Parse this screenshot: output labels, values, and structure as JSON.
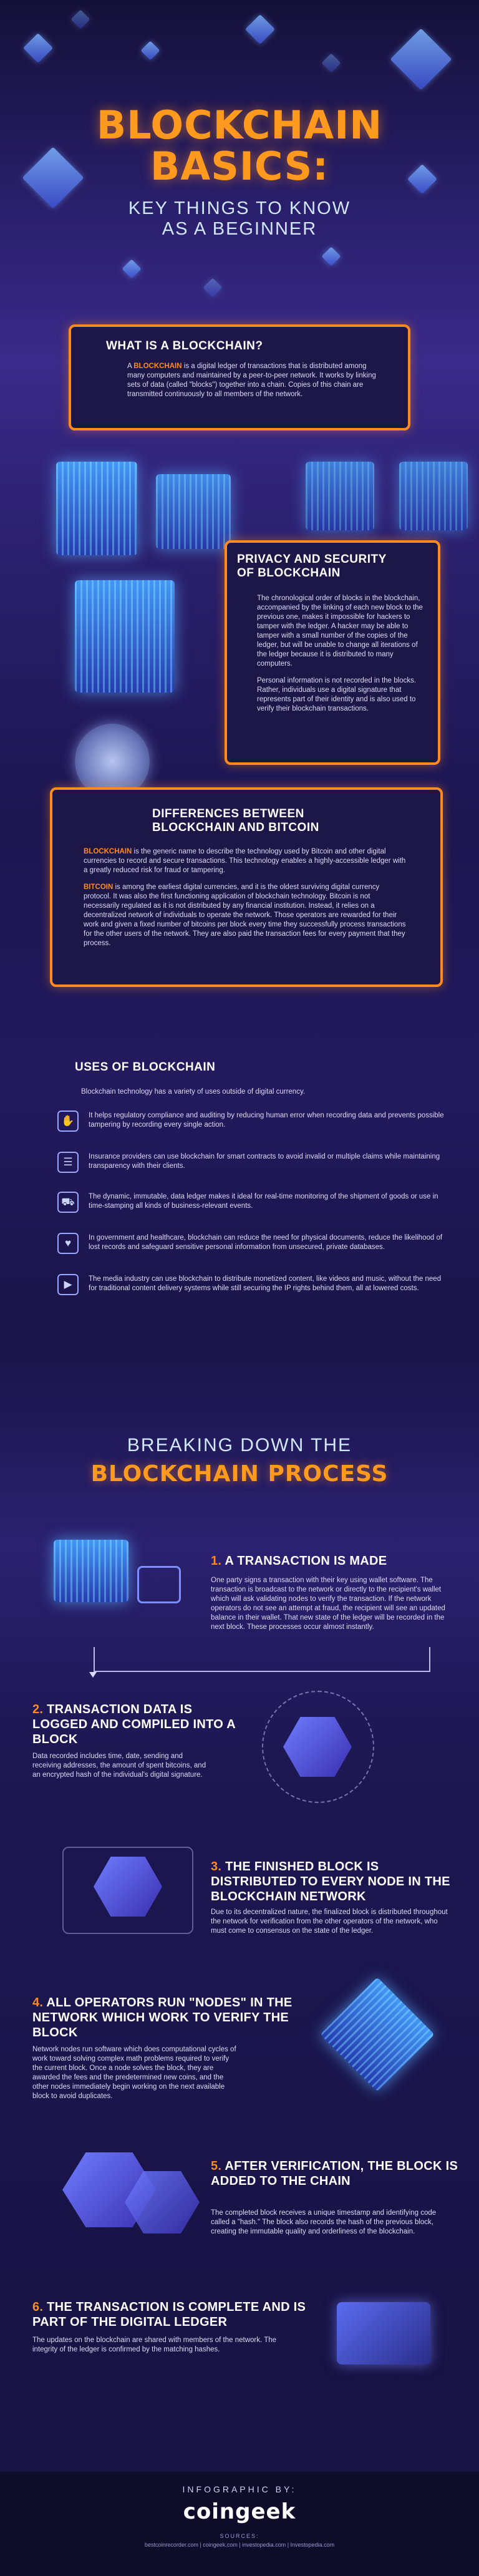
{
  "hero": {
    "title_line1": "BLOCKCHAIN",
    "title_line2": "BASICS:",
    "subtitle_line1": "KEY THINGS TO KNOW",
    "subtitle_line2": "AS A BEGINNER"
  },
  "what_is": {
    "title": "WHAT IS A BLOCKCHAIN?",
    "lead": "A",
    "keyword": "BLOCKCHAIN",
    "text": "is a digital ledger of transactions that is distributed among many computers and maintained by a peer-to-peer network. It works by linking sets of data (called \"blocks\") together into a chain. Copies of this chain are transmitted continuously to all members of the network."
  },
  "privacy": {
    "title_line1": "PRIVACY AND SECURITY",
    "title_line2": "OF BLOCKCHAIN",
    "p1": "The chronological order of blocks in the blockchain, accompanied by the linking of each new block to the previous one, makes it impossible for hackers to tamper with the ledger. A hacker may be able to tamper with a small number of the copies of the ledger, but will be unable to change all iterations of the ledger because it is distributed to many computers.",
    "p2": "Personal information is not recorded in the blocks. Rather, individuals use a digital signature that represents part of their identity and is also used to verify their blockchain transactions."
  },
  "differences": {
    "title_line1": "DIFFERENCES BETWEEN",
    "title_line2": "BLOCKCHAIN AND BITCOIN",
    "kw1": "BLOCKCHAIN",
    "p1": "is the generic name to describe the technology used by Bitcoin and other digital currencies to record and secure transactions. This technology enables a highly-accessible ledger with a greatly reduced risk for fraud or tampering.",
    "kw2": "BITCOIN",
    "p2": "is among the earliest digital currencies, and it is the oldest surviving digital currency protocol. It was also the first functioning application of blockchain technology. Bitcoin is not necessarily regulated as it is not distributed by any financial institution. Instead, it relies on a decentralized network of individuals to operate the network. Those operators are rewarded for their work and given a fixed number of bitcoins per block every time they successfully process transactions for the other users of the network. They are also paid the transaction fees for every payment that they process."
  },
  "uses": {
    "title": "USES OF BLOCKCHAIN",
    "intro": "Blockchain technology has a variety of uses outside of digital currency.",
    "items": [
      {
        "icon": "hand-shield-icon",
        "glyph": "✋",
        "text": "It helps regulatory compliance and auditing by reducing human error when recording data and prevents possible tampering by recording every single action."
      },
      {
        "icon": "document-icon",
        "glyph": "☰",
        "text": "Insurance providers can use blockchain for smart contracts to avoid invalid or multiple claims while maintaining transparency with their clients."
      },
      {
        "icon": "truck-icon",
        "glyph": "⛟",
        "text": "The dynamic, immutable, data ledger makes it ideal for real-time monitoring of the shipment of goods or use in time-stamping all kinds of business-relevant events."
      },
      {
        "icon": "heart-pulse-icon",
        "glyph": "♥",
        "text": "In government and healthcare, blockchain can reduce the need for physical documents, reduce the likelihood of lost records and safeguard sensitive personal information from unsecured, private databases."
      },
      {
        "icon": "media-icon",
        "glyph": "▶",
        "text": "The media industry can use blockchain to distribute monetized content, like videos and music, without the need for traditional content delivery systems while still securing the IP rights behind them, all at lowered costs."
      }
    ]
  },
  "process": {
    "heading_line1": "BREAKING DOWN THE",
    "heading_line2": "BLOCKCHAIN PROCESS",
    "steps": [
      {
        "num": "1.",
        "title": "A TRANSACTION IS MADE",
        "text": "One party signs a transaction with their key using wallet software. The transaction is broadcast to the network or directly to the recipient's wallet which will ask validating nodes to verify the transaction. If the network operators do not see an attempt at fraud, the recipient will see an updated balance in their wallet. That new state of the ledger will be recorded in the next block. These processes occur almost instantly."
      },
      {
        "num": "2.",
        "title": "TRANSACTION DATA IS LOGGED AND COMPILED INTO A BLOCK",
        "text": "Data recorded includes time, date, sending and receiving addresses, the amount of spent bitcoins, and an encrypted hash of the individual's digital signature."
      },
      {
        "num": "3.",
        "title": "THE FINISHED BLOCK IS DISTRIBUTED TO EVERY NODE IN THE BLOCKCHAIN NETWORK",
        "text": "Due to its decentralized nature, the finalized block is distributed throughout the network for verification from the other operators of the network, who must come to consensus on the state of the ledger."
      },
      {
        "num": "4.",
        "title": "ALL OPERATORS RUN \"NODES\" IN THE NETWORK WHICH WORK TO VERIFY THE BLOCK",
        "text": "Network nodes run software which does computational cycles of work toward solving complex math problems required to verify the current block. Once a node solves the block, they are awarded the fees and the predetermined new coins, and the other nodes immediately begin working on the next available block to avoid duplicates."
      },
      {
        "num": "5.",
        "title": "AFTER VERIFICATION, THE BLOCK IS ADDED TO THE CHAIN",
        "text": "The completed block receives a unique timestamp and identifying code called a \"hash.\" The block also records the hash of the previous block, creating the immutable quality and orderliness of the blockchain."
      },
      {
        "num": "6.",
        "title": "THE TRANSACTION IS COMPLETE AND IS PART OF THE DIGITAL LEDGER",
        "text": "The updates on the blockchain are shared with members of the network. The integrity of the ledger is confirmed by the matching hashes."
      }
    ]
  },
  "footer": {
    "infographic_by": "INFOGRAPHIC BY:",
    "brand": "coingeek",
    "sources_label": "SOURCES:",
    "sources": "bestcoinrecorder.com | coingeek.com | investopedia.com | Investopedia.com"
  },
  "colors": {
    "accent": "#ff8a1f",
    "background": "#1a1444",
    "text": "#dcdaf5"
  }
}
